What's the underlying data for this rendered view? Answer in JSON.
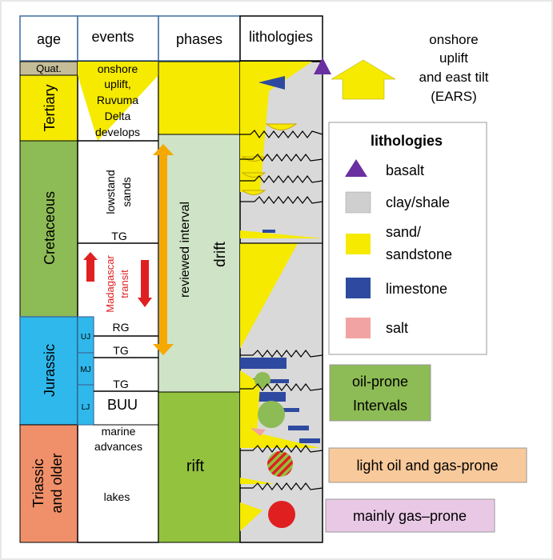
{
  "headers": {
    "age": "age",
    "events": "events",
    "phases": "phases",
    "lithologies": "lithologies"
  },
  "ages": {
    "quat": "Quat.",
    "tertiary": "Tertiary",
    "cretaceous": "Cretaceous",
    "jurassic": "Jurassic",
    "triassic_line1": "Triassic",
    "triassic_line2": "and older",
    "uj": "UJ",
    "mj": "MJ",
    "lj": "LJ"
  },
  "events": {
    "tertiary_lines": [
      "onshore",
      "uplift,",
      "Ruvuma",
      "Delta",
      "develops"
    ],
    "lowstand_line1": "lowstand",
    "lowstand_line2": "sands",
    "tg1": "TG",
    "madagascar_line1": "Madagascar",
    "madagascar_line2": "transit",
    "rg": "RG",
    "tg2": "TG",
    "tg3": "TG",
    "buu": "BUU",
    "marine_line1": "marine",
    "marine_line2": "advances",
    "lakes": "lakes"
  },
  "phases": {
    "reviewed": "reviewed interval",
    "drift": "drift",
    "rift": "rift"
  },
  "uplift_label": [
    "onshore",
    "uplift",
    "and east tilt",
    "(EARS)"
  ],
  "legend": {
    "title": "lithologies",
    "items": [
      {
        "label": "basalt",
        "color": "#6a2fa0",
        "shape": "triangle"
      },
      {
        "label": "clay/shale",
        "color": "#cfcfcf",
        "shape": "square"
      },
      {
        "label_line1": "sand/",
        "label_line2": "sandstone",
        "color": "#f5ea00",
        "shape": "square"
      },
      {
        "label": "limestone",
        "color": "#2e4aa0",
        "shape": "square"
      },
      {
        "label": "salt",
        "color": "#f1a3a3",
        "shape": "square"
      }
    ]
  },
  "intervals": {
    "oil_line1": "oil-prone",
    "oil_line2": "Intervals",
    "light_oil": "light oil and gas-prone",
    "gas": "mainly gas–prone"
  },
  "colors": {
    "quat": "#c4bd97",
    "tertiary": "#f5ea00",
    "cretaceous": "#8dbb55",
    "jurassic": "#2fb8ec",
    "triassic": "#f0906a",
    "drift_phase": "#cfe3c6",
    "rift_phase": "#92c23e",
    "sand": "#f5ea00",
    "limestone": "#2e4aa0",
    "clay": "#d9d9d9",
    "reviewed_arrow": "#f5a800",
    "madagascar_red": "#e02020",
    "oil_box": "#8dbb55",
    "light_oil_box": "#f8c99b",
    "gas_box": "#e9c8e6",
    "gas_circle": "#e02020"
  }
}
